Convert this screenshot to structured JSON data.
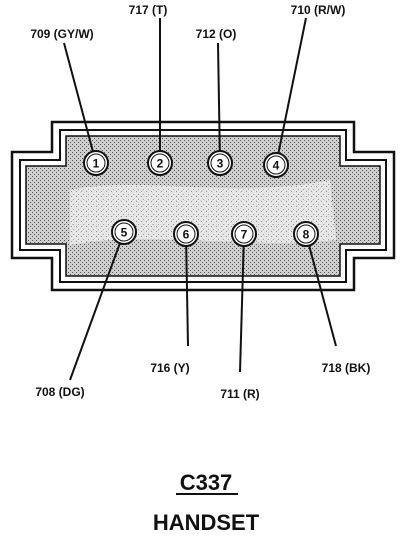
{
  "connector": {
    "id": "C337",
    "name": "HANDSET"
  },
  "pins": [
    {
      "number": "1",
      "label": "709 (GY/W)"
    },
    {
      "number": "2",
      "label": "717 (T)"
    },
    {
      "number": "3",
      "label": "712 (O)"
    },
    {
      "number": "4",
      "label": "710 (R/W)"
    },
    {
      "number": "5",
      "label": "708 (DG)"
    },
    {
      "number": "6",
      "label": "716 (Y)"
    },
    {
      "number": "7",
      "label": "711 (R)"
    },
    {
      "number": "8",
      "label": "718 (BK)"
    }
  ]
}
